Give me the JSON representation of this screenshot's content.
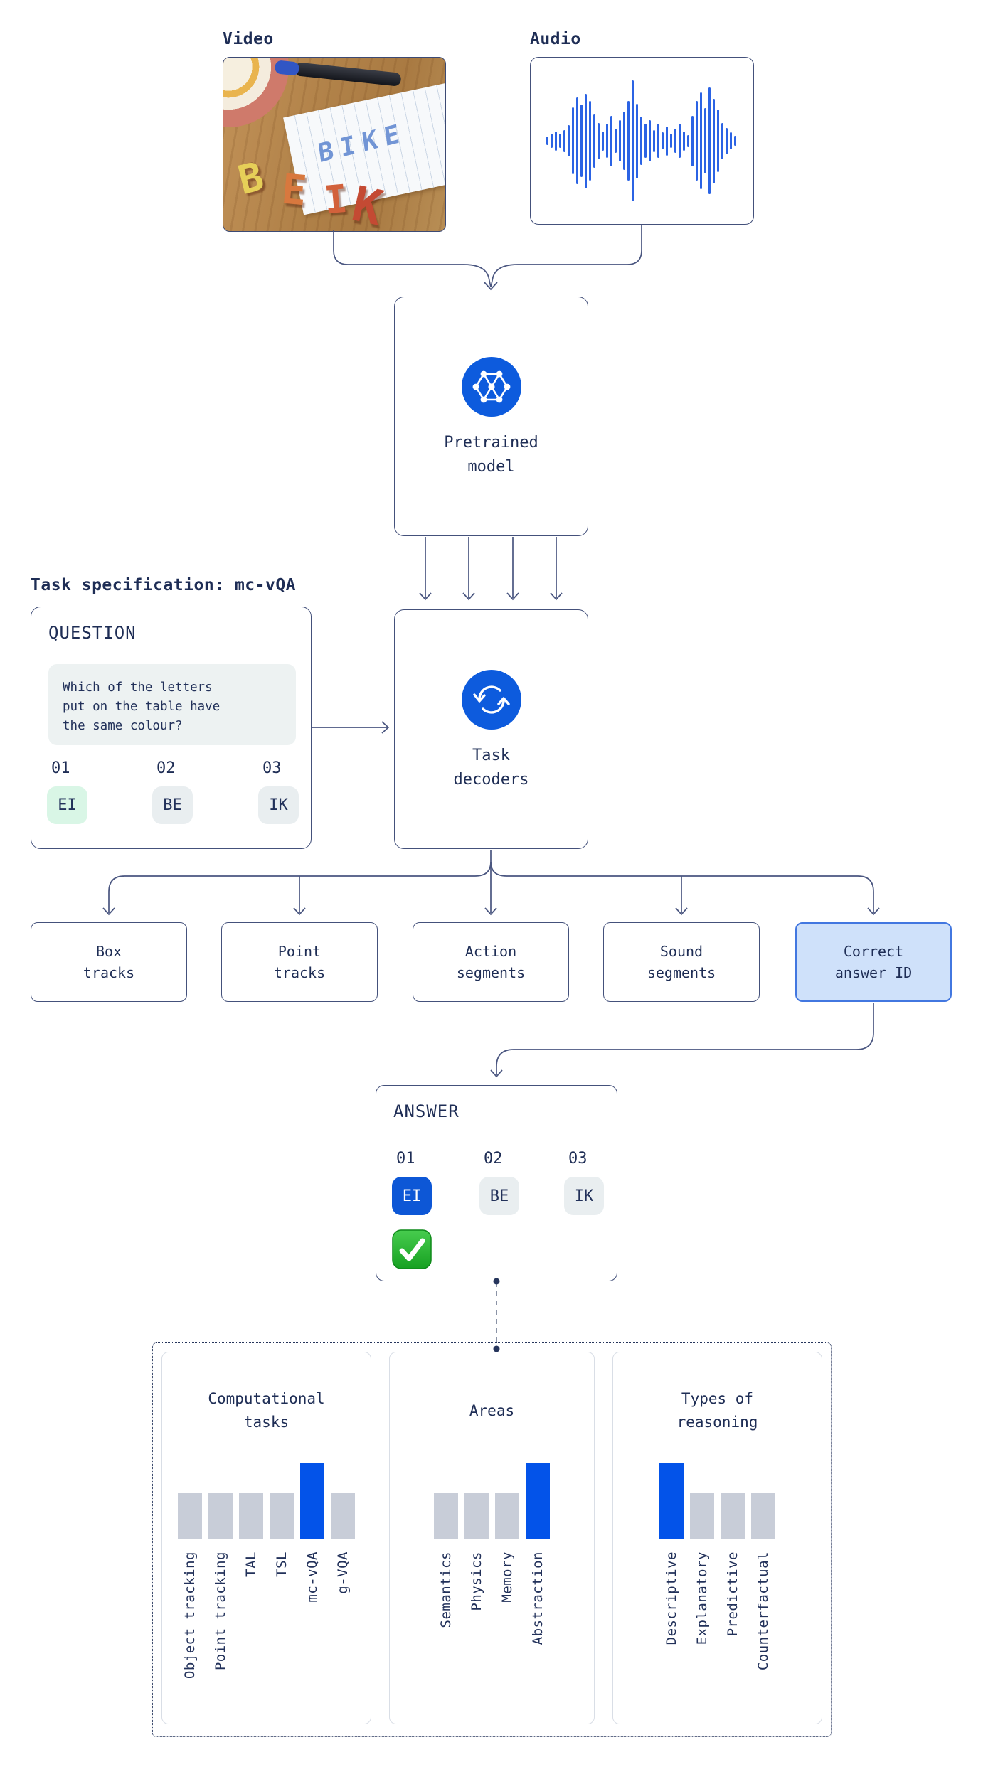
{
  "colors": {
    "accent_blue": "#0d5bdd",
    "bar_blue": "#0353e9",
    "bar_gray": "#c8cdd8",
    "navy_text": "#1e2d55",
    "connector": "#4a5680",
    "mint_chip": "#d9f6e6",
    "gray_chip": "#e9eef0",
    "selected_chip_blue": "#0d57d6",
    "highlight_box_bg": "#cfe1fa",
    "highlight_box_border": "#4277e0",
    "check_green": "#2fb83a",
    "waveform_blue": "#2b63e4"
  },
  "inputs": {
    "video": {
      "label": "Video",
      "scene": {
        "paper_text": "BIKE",
        "foam_letters": [
          "B",
          "E",
          "I",
          "K"
        ]
      }
    },
    "audio": {
      "label": "Audio",
      "waveform": [
        0.07,
        0.12,
        0.16,
        0.12,
        0.18,
        0.26,
        0.55,
        0.72,
        0.6,
        0.78,
        0.66,
        0.44,
        0.3,
        0.16,
        0.28,
        0.42,
        0.2,
        0.34,
        0.48,
        0.66,
        1.0,
        0.62,
        0.4,
        0.28,
        0.34,
        0.18,
        0.28,
        0.14,
        0.24,
        0.12,
        0.2,
        0.28,
        0.16,
        0.1,
        0.42,
        0.66,
        0.8,
        0.54,
        0.88,
        0.7,
        0.52,
        0.3,
        0.22,
        0.14,
        0.08
      ]
    }
  },
  "pretrained_model": {
    "label": "Pretrained\nmodel"
  },
  "task_specification": {
    "title": "Task specification: mc-vQA",
    "question": {
      "header": "QUESTION",
      "text": "Which of the letters\nput on the table have\nthe same colour?",
      "options": [
        {
          "id": "01",
          "text": "EI"
        },
        {
          "id": "02",
          "text": "BE"
        },
        {
          "id": "03",
          "text": "IK"
        }
      ],
      "highlighted_option": "01"
    }
  },
  "task_decoders": {
    "label": "Task\ndecoders"
  },
  "outputs": {
    "boxes": [
      {
        "label": "Box\ntracks"
      },
      {
        "label": "Point\ntracks"
      },
      {
        "label": "Action\nsegments"
      },
      {
        "label": "Sound\nsegments"
      },
      {
        "label": "Correct\nanswer ID",
        "highlighted": true
      }
    ]
  },
  "answer": {
    "header": "ANSWER",
    "options": [
      {
        "id": "01",
        "text": "EI"
      },
      {
        "id": "02",
        "text": "BE"
      },
      {
        "id": "03",
        "text": "IK"
      }
    ],
    "selected_option": "01",
    "correct_marker": "check"
  },
  "chart_data": [
    {
      "type": "bar",
      "title": "Computational tasks",
      "categories": [
        "Object tracking",
        "Point tracking",
        "TAL",
        "TSL",
        "mc-vQA",
        "g-VQA"
      ],
      "values": [
        0.6,
        0.6,
        0.6,
        0.6,
        1.0,
        0.6
      ],
      "highlight_index": 4,
      "highlight_category": "mc-vQA",
      "axis": "none",
      "grid": false,
      "legend": "none",
      "note": "values are relative bar heights; highlighted bar = 1.0"
    },
    {
      "type": "bar",
      "title": "Areas",
      "categories": [
        "Semantics",
        "Physics",
        "Memory",
        "Abstraction"
      ],
      "values": [
        0.6,
        0.6,
        0.6,
        1.0
      ],
      "highlight_index": 3,
      "highlight_category": "Abstraction",
      "axis": "none",
      "grid": false,
      "legend": "none"
    },
    {
      "type": "bar",
      "title": "Types of reasoning",
      "categories": [
        "Descriptive",
        "Explanatory",
        "Predictive",
        "Counterfactual"
      ],
      "values": [
        1.0,
        0.6,
        0.6,
        0.6
      ],
      "highlight_index": 0,
      "highlight_category": "Descriptive",
      "axis": "none",
      "grid": false,
      "legend": "none"
    }
  ]
}
